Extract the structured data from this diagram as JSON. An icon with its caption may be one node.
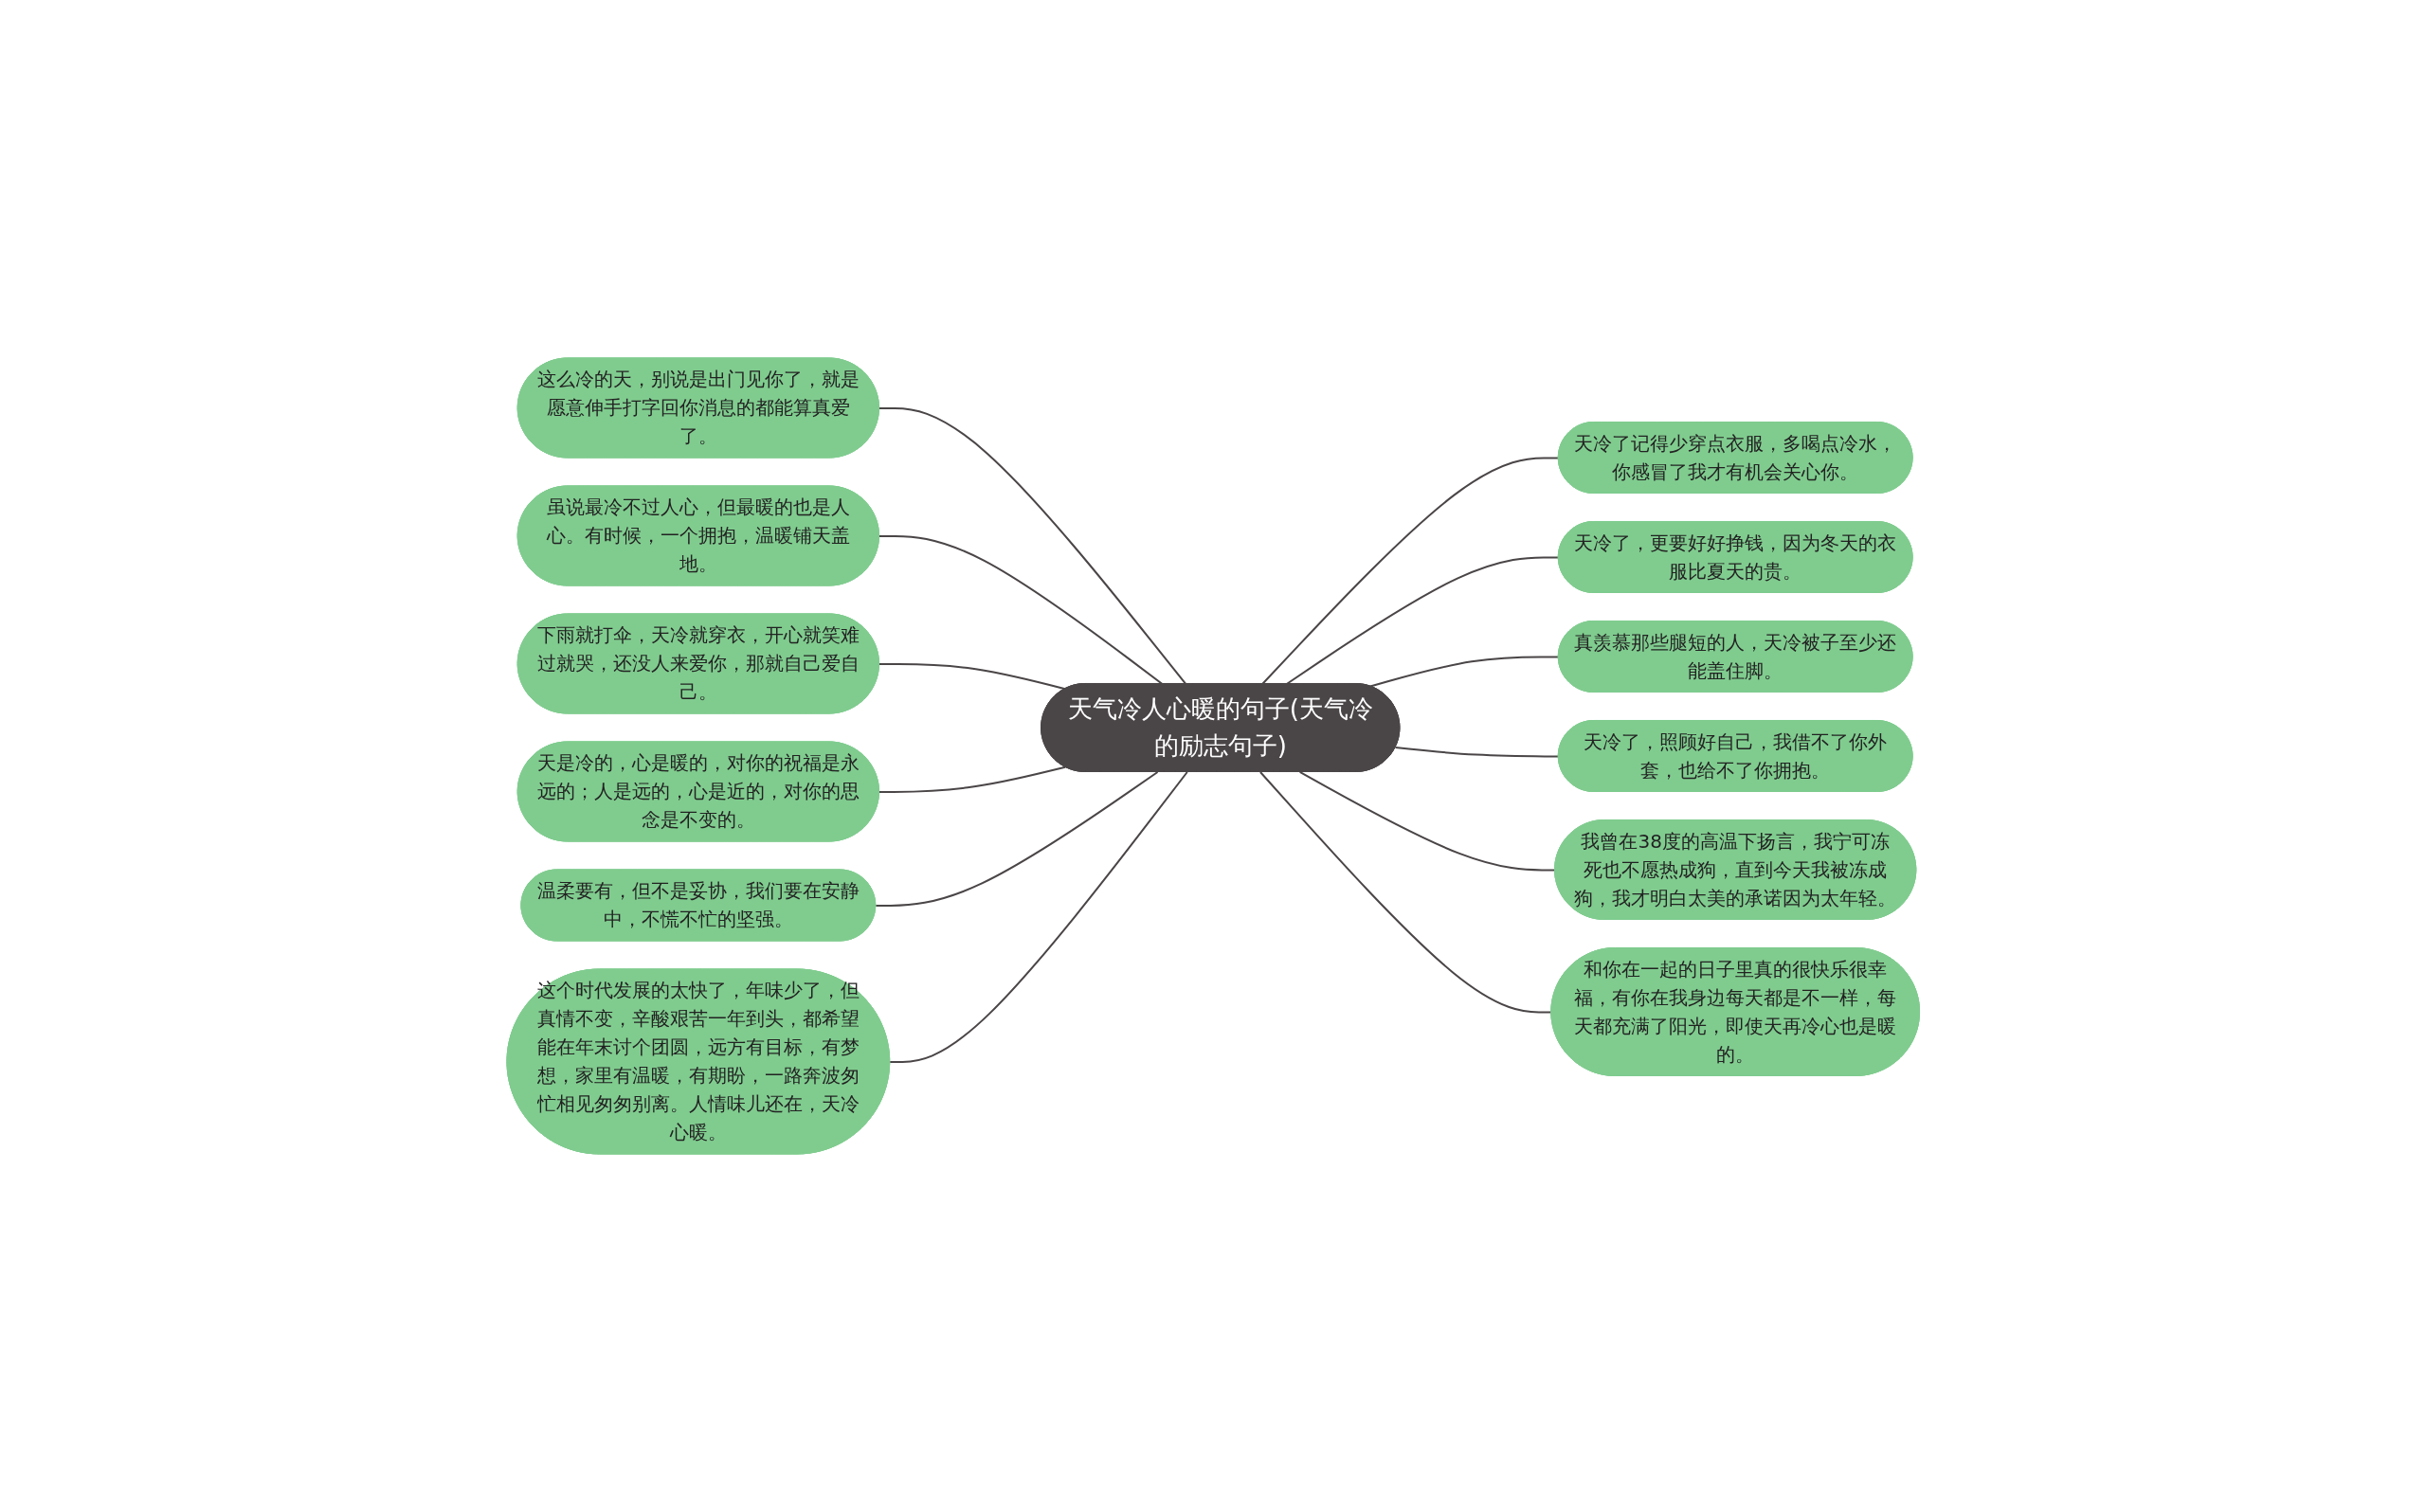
{
  "diagram": {
    "nodes": [
      {
        "text": [
          "天气冷人心暖的句子(天气冷的励志句子)"
        ]
      },
      {
        "text": [
          "这么冷的天，别说是出门见你了，就是愿意伸手打字回你消息的都能算真爱了。"
        ]
      },
      {
        "text": [
          "虽说最冷不过人心，但最暖的也是人心。有时候，一个拥抱，温暖铺天盖地。"
        ]
      },
      {
        "text": [
          "下雨就打伞，天冷就穿衣，开心就笑难过就哭，还没人来爱你，那就自己爱自己。"
        ]
      },
      {
        "text": [
          "天是冷的，心是暖的，对你的祝福是永远的；人是远的，心是近的，对你的思念是不变的。"
        ]
      },
      {
        "text": [
          "温柔要有，但不是妥协，我们要在安静中，不慌不忙的坚强。"
        ]
      },
      {
        "text": [
          "这个时代发展的太快了，年味少了，但真情不变，辛酸艰苦一年到头，都希望能在年末讨个团圆，远方有目标，有梦想，家里有温暖，有期盼，一路奔波匆忙相见匆匆别离。人情味儿还在，天冷心暖。"
        ]
      },
      {
        "text": [
          "天冷了记得少穿点衣服，多喝点冷水，你感冒了我才有机会关心你。"
        ]
      },
      {
        "text": [
          "天冷了，更要好好挣钱，因为冬天的衣服比夏天的贵。"
        ]
      },
      {
        "text": [
          "真羡慕那些腿短的人，天冷被子至少还能盖住脚。"
        ]
      },
      {
        "text": [
          "天冷了，照顾好自己，我借不了你外套，也给不了你拥抱。"
        ]
      },
      {
        "text": [
          "我曾在38度的高温下扬言，我宁可冻死也不愿热成狗，直到今天我被冻成狗，我才明白太美的承诺因为太年轻。"
        ]
      },
      {
        "text": [
          "和你在一起的日子里真的很快乐很幸福，有你在我身边每天都是不一样，每天都充满了阳光，即使天再冷心也是暖的。"
        ]
      }
    ],
    "edges": [
      {
        "from": 1,
        "to": 0,
        "arrow": "none"
      },
      {
        "from": 2,
        "to": 0,
        "arrow": "none"
      },
      {
        "from": 3,
        "to": 0,
        "arrow": "none"
      },
      {
        "from": 4,
        "to": 0,
        "arrow": "none"
      },
      {
        "from": 5,
        "to": 0,
        "arrow": "none"
      },
      {
        "from": 6,
        "to": 0,
        "arrow": "none"
      },
      {
        "from": 0,
        "to": 7,
        "arrow": "none"
      },
      {
        "from": 0,
        "to": 8,
        "arrow": "none"
      },
      {
        "from": 0,
        "to": 9,
        "arrow": "none"
      },
      {
        "from": 0,
        "to": 10,
        "arrow": "none"
      },
      {
        "from": 0,
        "to": 11,
        "arrow": "none"
      },
      {
        "from": 0,
        "to": 12,
        "arrow": "none"
      }
    ]
  }
}
